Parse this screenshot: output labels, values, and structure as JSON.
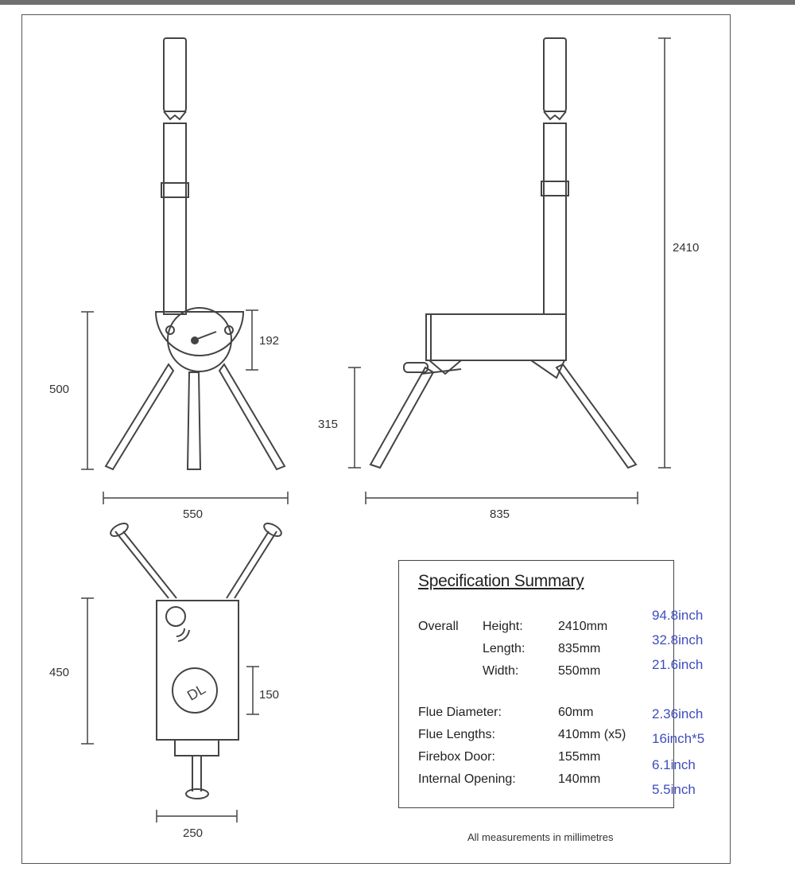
{
  "dimensions": {
    "front_height": "500",
    "firebox_diameter": "192",
    "front_width": "550",
    "side_leg_height": "315",
    "side_length": "835",
    "overall_height": "2410",
    "top_depth": "450",
    "door_diameter": "150",
    "bottom_width": "250"
  },
  "spec": {
    "title": "Specification Summary",
    "overall_label": "Overall",
    "rows": [
      {
        "label": "Height:",
        "value": "2410mm"
      },
      {
        "label": "Length:",
        "value": "835mm"
      },
      {
        "label": "Width:",
        "value": "550mm"
      }
    ],
    "details": [
      {
        "label": "Flue Diameter:",
        "value": "60mm"
      },
      {
        "label": "Flue Lengths:",
        "value": "410mm (x5)"
      },
      {
        "label": "Firebox Door:",
        "value": "155mm"
      },
      {
        "label": "Internal Opening:",
        "value": "140mm"
      }
    ]
  },
  "inch_annotations": [
    "94.8inch",
    "32.8inch",
    "21.6inch",
    "2.36inch",
    "16inch*5",
    "6.1inch",
    "5.5inch"
  ],
  "footnote": "All measurements in millimetres",
  "colors": {
    "line": "#444444",
    "annotation": "#3f4cc0",
    "border": "#555555"
  }
}
